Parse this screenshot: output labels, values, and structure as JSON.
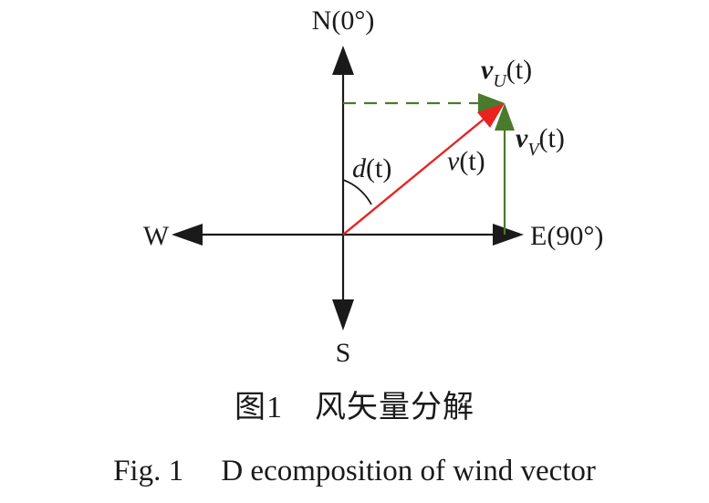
{
  "diagram": {
    "compass": {
      "north": "N(0°)",
      "south": "S",
      "west": "W",
      "east": "E(90°)"
    },
    "angle_label": {
      "name": "d",
      "arg": "(t)"
    },
    "wind_vector_label": {
      "name": "v",
      "arg": "(t)"
    },
    "component_u_label": {
      "name": "v",
      "sub": "U",
      "arg": "(t)"
    },
    "component_v_label": {
      "name": "v",
      "sub": "V",
      "arg": "(t)"
    },
    "colors": {
      "axes": "#1a1a1a",
      "wind_vector": "#e8231f",
      "components": "#4a7a2c"
    }
  },
  "caption": {
    "zh": "图1　风矢量分解",
    "en": "Fig. 1　 D ecomposition of wind vector"
  }
}
